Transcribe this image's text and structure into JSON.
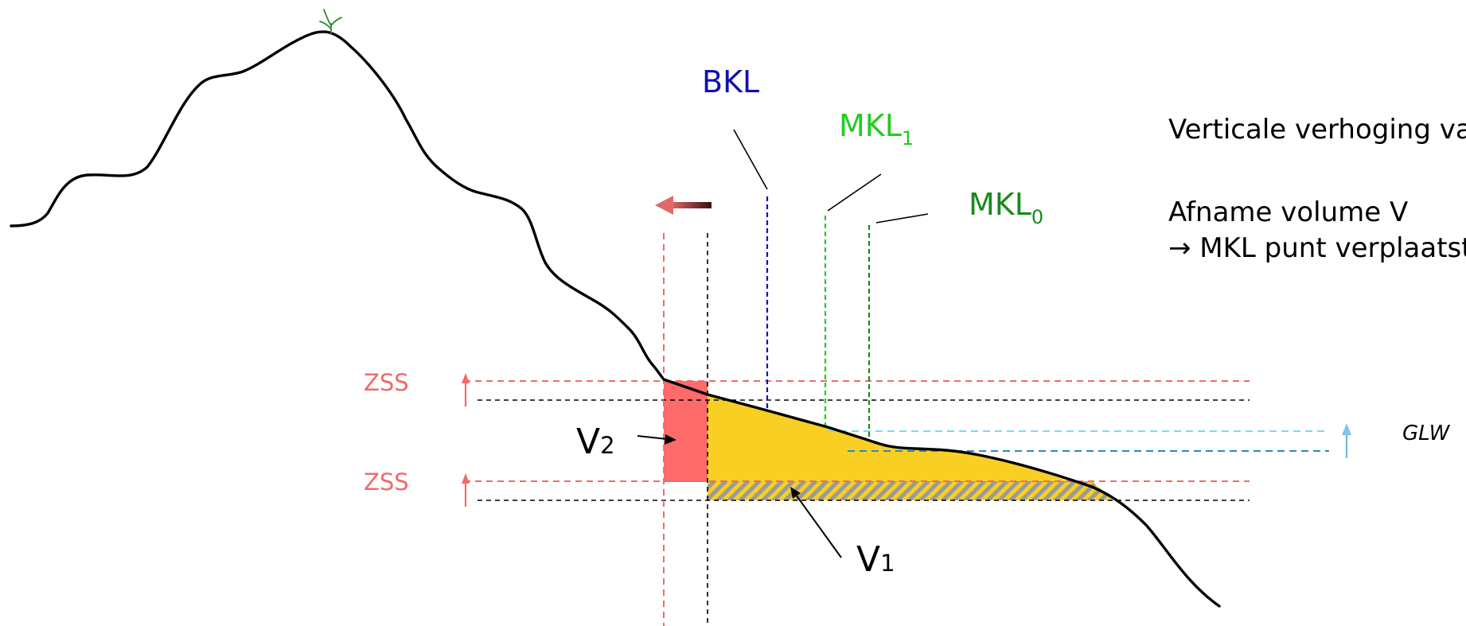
{
  "labels": {
    "bkl": "BKL",
    "mkl1_main": "MKL",
    "mkl1_sub": "1",
    "mkl0_main": "MKL",
    "mkl0_sub": "0",
    "zss_top": "ZSS",
    "zss_bottom": "ZSS",
    "v2_main": "V",
    "v2_sub": "2",
    "v1_main": "V",
    "v1_sub": "1",
    "glw": "GLW"
  },
  "annotations": {
    "line1": "Verticale verhoging van de zee",
    "line2": "Afname volume V",
    "line3": "→ MKL punt verplaatst landwaarts"
  },
  "colors": {
    "profile": "#000000",
    "bkl": "#1010b0",
    "mkl1": "#22cc22",
    "mkl0": "#1a8a1a",
    "zss": "#f06a6a",
    "v1_fill": "#f8cf22",
    "v2_fill": "#ff6a6a",
    "hatch": "#999999",
    "glw_old": "#2a8ac4",
    "glw_new": "#80d8ee",
    "arrow_red": "#b03030"
  }
}
